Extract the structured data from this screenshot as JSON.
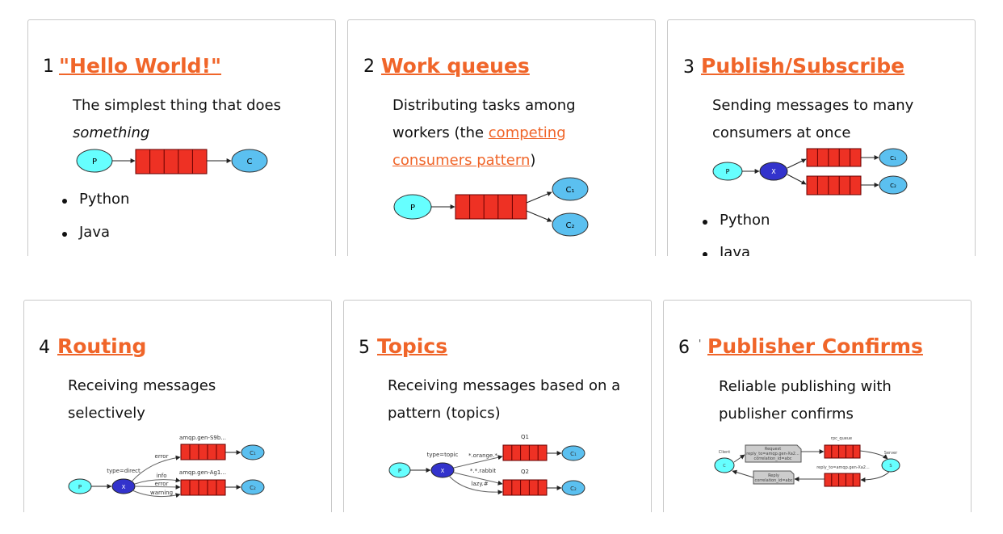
{
  "colors": {
    "accent": "#f06529",
    "queue": "#ee3124",
    "producer": "#6ff",
    "exchange": "#3333cc",
    "consumer": "#5bc0f0"
  },
  "cards": [
    {
      "number": "1",
      "title": "\"Hello World!\"",
      "desc_line1": "The simplest thing that does",
      "desc_italic": "something",
      "links": [
        "Python",
        "Java"
      ],
      "diagram": {
        "producer": "P",
        "consumer": "C"
      }
    },
    {
      "number": "2",
      "title": "Work queues",
      "desc_pre": "Distributing tasks among workers (the ",
      "desc_link": "competing consumers pattern",
      "desc_post": ")",
      "diagram": {
        "producer": "P",
        "consumers": [
          "C₁",
          "C₂"
        ]
      }
    },
    {
      "number": "3",
      "title": "Publish/Subscribe",
      "desc": "Sending messages to many consumers at once",
      "links": [
        "Python",
        "Java"
      ],
      "diagram": {
        "producer": "P",
        "exchange": "X",
        "consumers": [
          "C₁",
          "C₂"
        ]
      }
    },
    {
      "number": "4",
      "title": "Routing",
      "desc": "Receiving messages selectively",
      "diagram": {
        "producer": "P",
        "exchange": "X",
        "exchange_type": "type=direct",
        "queues": [
          "amqp.gen-S9b...",
          "amqp.gen-Ag1..."
        ],
        "bindings": [
          "error",
          "info",
          "error",
          "warning"
        ],
        "consumers": [
          "C₁",
          "C₂"
        ]
      }
    },
    {
      "number": "5",
      "title": "Topics",
      "desc": "Receiving messages based on a pattern (topics)",
      "diagram": {
        "producer": "P",
        "exchange": "X",
        "exchange_type": "type=topic",
        "queues": [
          "Q1",
          "Q2"
        ],
        "bindings": [
          "*.orange.*",
          "*.*.rabbit",
          "lazy.#"
        ],
        "consumers": [
          "C₁",
          "C₂"
        ]
      }
    },
    {
      "number": "6",
      "tick": "'",
      "title": "Publisher Confirms",
      "desc": "Reliable publishing with publisher confirms",
      "diagram": {
        "client_label": "Client",
        "client": "C",
        "server_label": "Server",
        "server": "S",
        "request": [
          "Request",
          "reply_to=amqp.gen-Xa2...",
          "correlation_id=abc"
        ],
        "rpc_queue": "rpc_queue",
        "reply_queue": "reply_to=amqp.gen-Xa2...",
        "reply": [
          "Reply",
          "correlation_id=abc"
        ]
      }
    }
  ]
}
